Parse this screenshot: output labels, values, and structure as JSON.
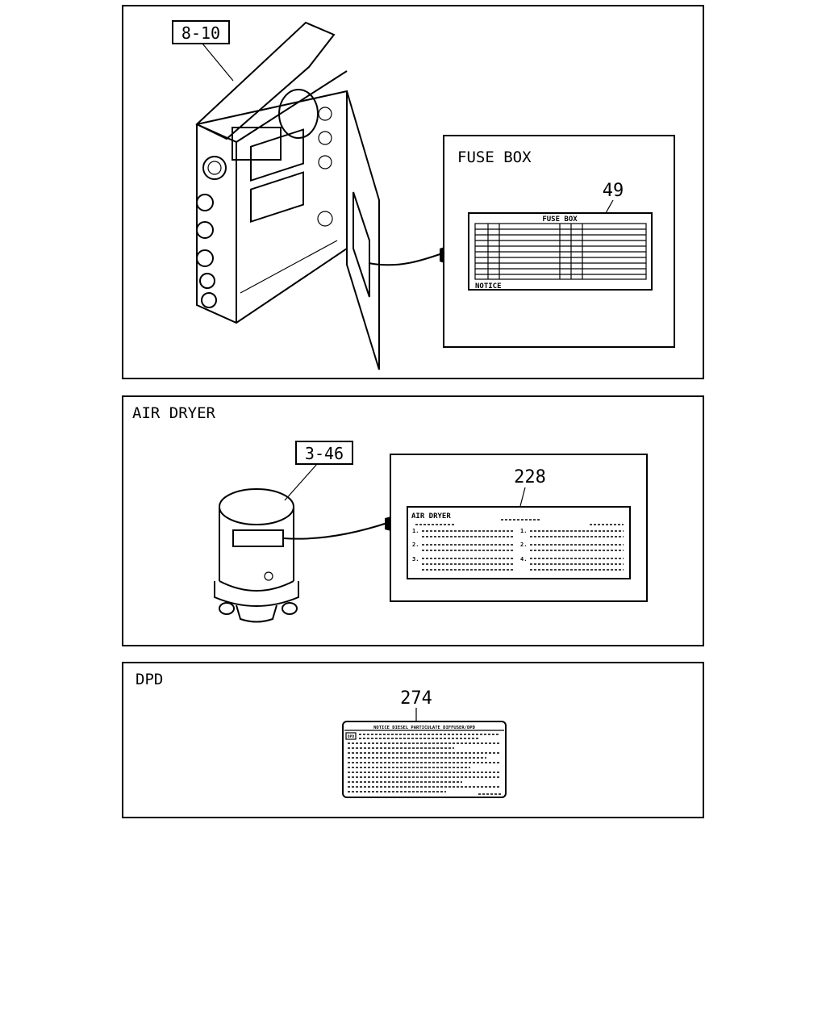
{
  "fuse_section": {
    "part_ref": "8-10",
    "inset_title": "FUSE BOX",
    "callout": "49",
    "label_title": "FUSE BOX",
    "label_footer": "NOTICE"
  },
  "air_dryer_section": {
    "title": "AIR DRYER",
    "part_ref": "3-46",
    "callout": "228",
    "label_title": "AIR DRYER",
    "label_items_left": [
      "1.",
      "2.",
      "3."
    ],
    "label_items_right": [
      "1.",
      "2.",
      "4."
    ]
  },
  "dpd_section": {
    "title": "DPD",
    "callout": "274",
    "label_title": "NOTICE DIESEL PARTICULATE DIFFUSER/DPD",
    "label_badge": "DPD"
  }
}
